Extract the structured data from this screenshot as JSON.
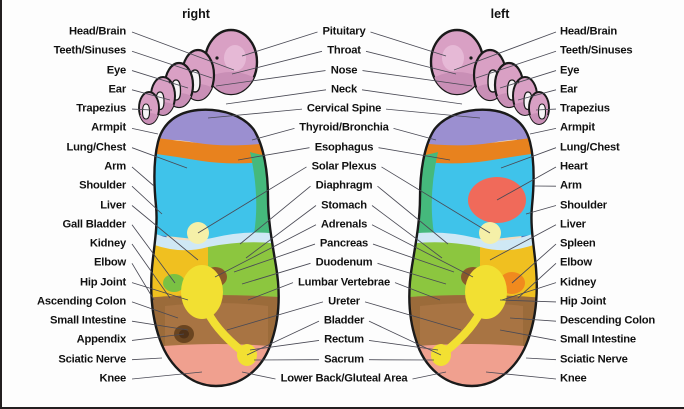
{
  "chart": {
    "title_right": "right",
    "title_left": "left",
    "background": "#fdfdfd",
    "outline_color": "#1a1a1a",
    "leader_color": "#4a4a55"
  },
  "palette": {
    "toe_pink": "#d9a0c4",
    "toe_pink_light": "#e0accd",
    "nail_white": "#f7f5f6",
    "purple_band": "#9b8fd0",
    "orange_band": "#e8821e",
    "orange_dark": "#d4711a",
    "cyan_lung": "#3fc3ea",
    "teal_green": "#45b97c",
    "light_blue_edge": "#7fa8db",
    "blue_edge": "#4a6fb5",
    "blue_outer": "#3f5fa8",
    "blue_shoulder": "#7fb2e0",
    "pale_blue_wave": "#cfe8f5",
    "solar_yellow": "#f5f0a8",
    "gold_liver": "#f0c020",
    "amber_liver": "#f5b810",
    "green_zone": "#8cc63f",
    "green_dot": "#7ac143",
    "kidney_yellow": "#f2e032",
    "adrenal_brown": "#8a5a2b",
    "intestine_brown": "#9b6b3a",
    "colon_brown": "#a06b3c",
    "appendix_brown": "#6b4520",
    "heel_salmon": "#f0a08f",
    "heart_red": "#f06a5a",
    "spleen_orange": "#f08a1e",
    "sciatic_blue": "#8a8fc8"
  },
  "labels_left": [
    "Head/Brain",
    "Teeth/Sinuses",
    "Eye",
    "Ear",
    "Trapezius",
    "Armpit",
    "Lung/Chest",
    "Arm",
    "Shoulder",
    "Liver",
    "Gall Bladder",
    "Kidney",
    "Elbow",
    "Hip Joint",
    "Ascending Colon",
    "Small Intestine",
    "Appendix",
    "Sciatic Nerve",
    "Knee"
  ],
  "labels_center": [
    "Pituitary",
    "Throat",
    "Nose",
    "Neck",
    "Cervical Spine",
    "Thyroid/Bronchia",
    "Esophagus",
    "Solar Plexus",
    "Diaphragm",
    "Stomach",
    "Adrenals",
    "Pancreas",
    "Duodenum",
    "Lumbar Vertebrae",
    "Ureter",
    "Bladder",
    "Rectum",
    "Sacrum",
    "Lower Back/Gluteal Area"
  ],
  "labels_right": [
    "Head/Brain",
    "Teeth/Sinuses",
    "Eye",
    "Ear",
    "Trapezius",
    "Armpit",
    "Lung/Chest",
    "Heart",
    "Arm",
    "Shoulder",
    "Liver",
    "Spleen",
    "Elbow",
    "Kidney",
    "Hip Joint",
    "Descending Colon",
    "Small Intestine",
    "Sciatic Nerve",
    "Knee"
  ]
}
